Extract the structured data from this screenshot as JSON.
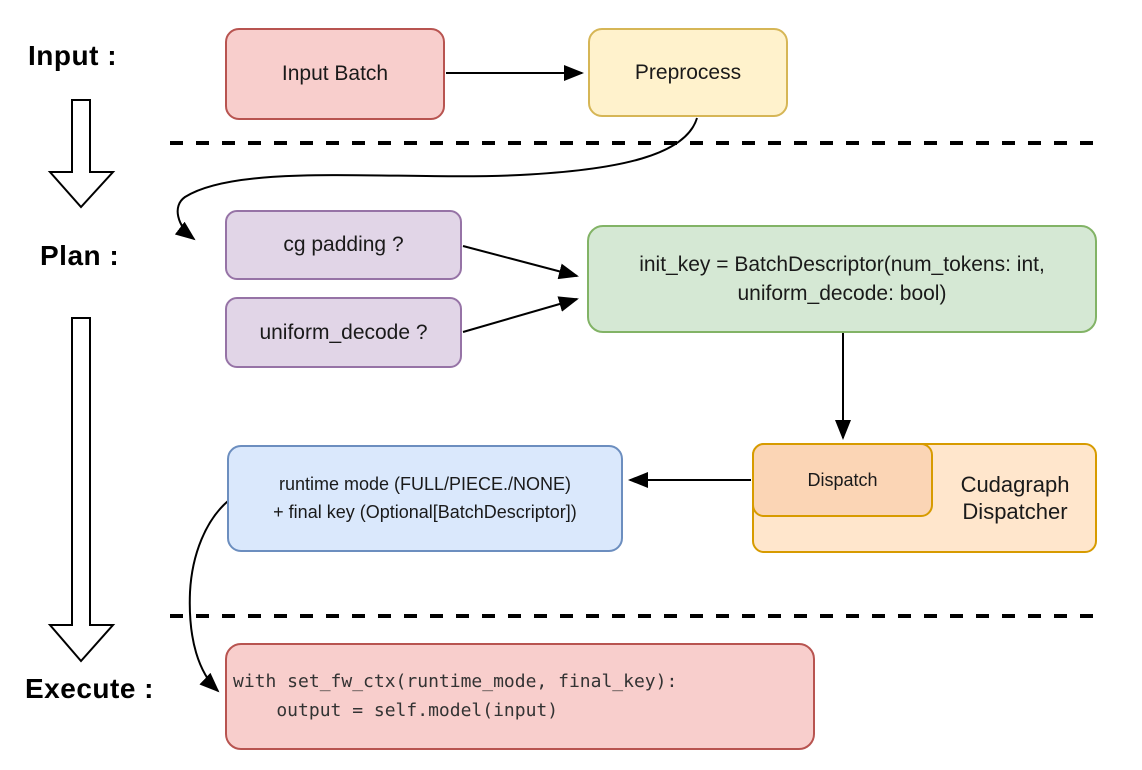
{
  "stages": {
    "input": "Input :",
    "plan": "Plan :",
    "execute": "Execute :"
  },
  "nodes": {
    "input_batch": {
      "label": "Input Batch",
      "fill": "#f8cecc",
      "stroke": "#b85450"
    },
    "preprocess": {
      "label": "Preprocess",
      "fill": "#fff2cc",
      "stroke": "#d6b656"
    },
    "cg_padding": {
      "label": "cg padding ?",
      "fill": "#e1d5e7",
      "stroke": "#9673a6"
    },
    "uniform_decode": {
      "label": "uniform_decode ?",
      "fill": "#e1d5e7",
      "stroke": "#9673a6"
    },
    "init_key": {
      "label": "init_key = BatchDescriptor(num_tokens: int,\nuniform_decode: bool)",
      "fill": "#d5e8d4",
      "stroke": "#82b366"
    },
    "dispatch": {
      "label": "Dispatch",
      "fill": "#fbd5b5",
      "stroke": "#d79b00"
    },
    "cudagraph_dispatcher": {
      "label": "Cudagraph\nDispatcher",
      "fill": "#ffe6cc",
      "stroke": "#d79b00"
    },
    "runtime_result": {
      "label": "runtime mode (FULL/PIECE./NONE)\n+ final key (Optional[BatchDescriptor])",
      "fill": "#dae8fc",
      "stroke": "#6c8ebf"
    },
    "execute_code": {
      "label": "with set_fw_ctx(runtime_mode, final_key):\n    output = self.model(input)",
      "fill": "#f8cecc",
      "stroke": "#b85450"
    }
  },
  "connector_color": "#000000"
}
